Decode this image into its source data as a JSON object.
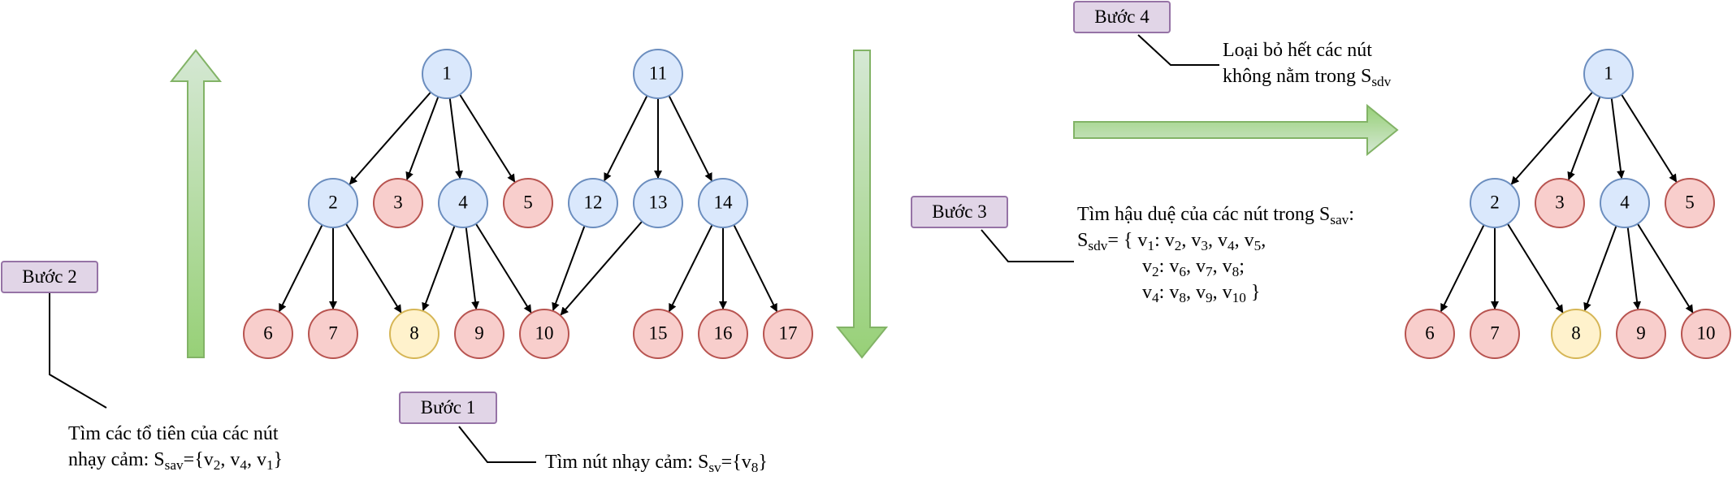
{
  "steps": {
    "step1": {
      "label": "Bước 1",
      "note_prefix": "Tìm nút nhạy cảm: S",
      "note_sub": "sv",
      "note_set": "={v",
      "note_set_sub": "8",
      "note_end": "}"
    },
    "step2": {
      "label": "Bước 2",
      "line1": "Tìm các tổ tiên của các nút",
      "line2_prefix": "nhạy cảm: S",
      "line2_sub": "sav",
      "v": "v",
      "ids": [
        "2",
        "4",
        "1"
      ],
      "open": "={",
      "sep": ", ",
      "close": "}"
    },
    "step3": {
      "label": "Bước 3",
      "line1_prefix": "Tìm hậu duệ của các nút trong S",
      "line1_sub": "sav",
      "line1_end": ":",
      "line2_prefix": "S",
      "line2_sub": "sdv",
      "open": "= {",
      "close": " }",
      "v": "v",
      "rows": [
        {
          "parent": "1",
          "children": [
            "2",
            "3",
            "4",
            "5"
          ]
        },
        {
          "parent": "2",
          "children": [
            "6",
            "7",
            "8"
          ]
        },
        {
          "parent": "4",
          "children": [
            "8",
            "9",
            "10"
          ]
        }
      ]
    },
    "step4": {
      "label": "Bước 4",
      "line1": "Loại bỏ hết các nút",
      "line2_prefix": "không nằm trong S",
      "line2_sub": "sdv"
    }
  },
  "colors": {
    "blue_fill": "#dae8fc",
    "blue_stroke": "#6c8ebf",
    "red_fill": "#f8cecc",
    "red_stroke": "#b85450",
    "yellow_fill": "#fff2cc",
    "yellow_stroke": "#d6b656",
    "step_fill": "#e1d5e7",
    "step_stroke": "#9673a6",
    "arrow_light": "#d5e8d4",
    "arrow_dark": "#97d077",
    "arrow_stroke": "#82b366"
  },
  "graph_left": {
    "nodes": [
      {
        "id": "1",
        "color": "blue"
      },
      {
        "id": "2",
        "color": "blue"
      },
      {
        "id": "3",
        "color": "red"
      },
      {
        "id": "4",
        "color": "blue"
      },
      {
        "id": "5",
        "color": "red"
      },
      {
        "id": "6",
        "color": "red"
      },
      {
        "id": "7",
        "color": "red"
      },
      {
        "id": "8",
        "color": "yellow"
      },
      {
        "id": "9",
        "color": "red"
      },
      {
        "id": "10",
        "color": "red"
      },
      {
        "id": "11",
        "color": "blue"
      },
      {
        "id": "12",
        "color": "blue"
      },
      {
        "id": "13",
        "color": "blue"
      },
      {
        "id": "14",
        "color": "blue"
      },
      {
        "id": "15",
        "color": "red"
      },
      {
        "id": "16",
        "color": "red"
      },
      {
        "id": "17",
        "color": "red"
      }
    ],
    "edges": [
      [
        "1",
        "2"
      ],
      [
        "1",
        "3"
      ],
      [
        "1",
        "4"
      ],
      [
        "1",
        "5"
      ],
      [
        "2",
        "6"
      ],
      [
        "2",
        "7"
      ],
      [
        "2",
        "8"
      ],
      [
        "4",
        "8"
      ],
      [
        "4",
        "9"
      ],
      [
        "4",
        "10"
      ],
      [
        "11",
        "12"
      ],
      [
        "11",
        "13"
      ],
      [
        "11",
        "14"
      ],
      [
        "12",
        "10"
      ],
      [
        "13",
        "10"
      ],
      [
        "14",
        "15"
      ],
      [
        "14",
        "16"
      ],
      [
        "14",
        "17"
      ]
    ]
  },
  "graph_right": {
    "nodes": [
      {
        "id": "1",
        "color": "blue"
      },
      {
        "id": "2",
        "color": "blue"
      },
      {
        "id": "3",
        "color": "red"
      },
      {
        "id": "4",
        "color": "blue"
      },
      {
        "id": "5",
        "color": "red"
      },
      {
        "id": "6",
        "color": "red"
      },
      {
        "id": "7",
        "color": "red"
      },
      {
        "id": "8",
        "color": "yellow"
      },
      {
        "id": "9",
        "color": "red"
      },
      {
        "id": "10",
        "color": "red"
      }
    ],
    "edges": [
      [
        "1",
        "2"
      ],
      [
        "1",
        "3"
      ],
      [
        "1",
        "4"
      ],
      [
        "1",
        "5"
      ],
      [
        "2",
        "6"
      ],
      [
        "2",
        "7"
      ],
      [
        "2",
        "8"
      ],
      [
        "4",
        "8"
      ],
      [
        "4",
        "9"
      ],
      [
        "4",
        "10"
      ]
    ]
  }
}
